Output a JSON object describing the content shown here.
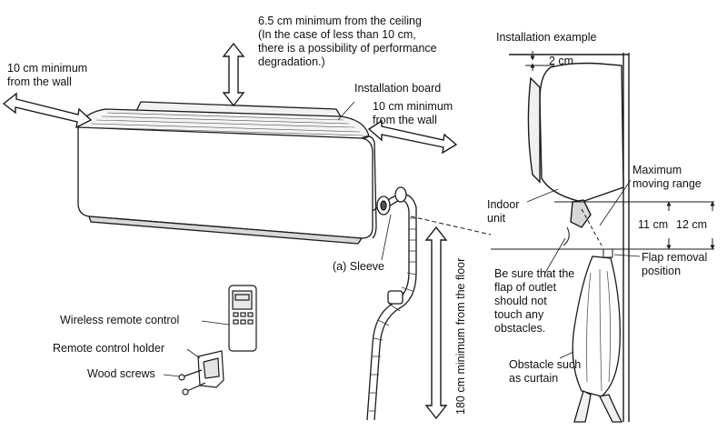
{
  "labels": {
    "ceiling_clearance": "6.5 cm minimum from the ceiling\n(In the case of less than 10 cm,\nthere is a possibility of performance\ndegradation.)",
    "wall_left": "10 cm minimum\nfrom the wall",
    "wall_right": "10 cm minimum\nfrom the wall",
    "installation_board": "Installation board",
    "sleeve": "(a) Sleeve",
    "floor_clearance": "180 cm minimum from the floor",
    "wireless_remote": "Wireless remote control",
    "remote_holder": "Remote control holder",
    "wood_screws": "Wood screws",
    "installation_example": "Installation example",
    "two_cm": "2 cm",
    "max_moving_range": "Maximum\nmoving range",
    "indoor_unit": "Indoor\nunit",
    "eleven_cm": "11 cm",
    "twelve_cm": "12 cm",
    "flap_removal": "Flap removal\nposition",
    "be_sure": "Be sure that the\nflap of outlet\nshould not\ntouch any\nobstacles.",
    "obstacle": "Obstacle such\nas curtain"
  },
  "colors": {
    "line": "#1a1a1a",
    "fill": "#ffffff",
    "shade": "#e4e4e4"
  }
}
